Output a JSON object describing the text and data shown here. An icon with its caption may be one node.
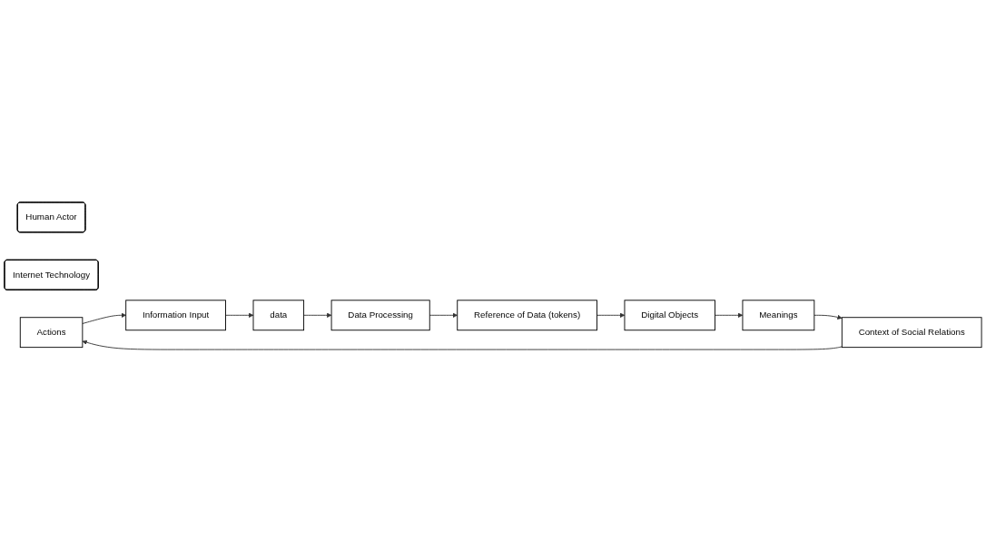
{
  "diagram": {
    "nodes": [
      {
        "text": [
          "Human Actor"
        ]
      },
      {
        "text": [
          "Internet Technology"
        ]
      },
      {
        "text": [
          "Actions"
        ]
      },
      {
        "text": [
          "Information Input"
        ]
      },
      {
        "text": [
          "data"
        ]
      },
      {
        "text": [
          "Data Processing"
        ]
      },
      {
        "text": [
          "Reference of Data (tokens)"
        ]
      },
      {
        "text": [
          "Digital Objects"
        ]
      },
      {
        "text": [
          "Meanings"
        ]
      },
      {
        "text": [
          "Context of Social Relations"
        ]
      }
    ],
    "edges": [
      {
        "from": 2,
        "to": 3,
        "arrow": "to"
      },
      {
        "from": 3,
        "to": 4,
        "arrow": "to"
      },
      {
        "from": 4,
        "to": 5,
        "arrow": "to"
      },
      {
        "from": 5,
        "to": 6,
        "arrow": "to"
      },
      {
        "from": 6,
        "to": 7,
        "arrow": "to"
      },
      {
        "from": 7,
        "to": 8,
        "arrow": "to"
      },
      {
        "from": 8,
        "to": 9,
        "arrow": "to"
      },
      {
        "from": 9,
        "to": 2,
        "arrow": "to"
      }
    ]
  }
}
